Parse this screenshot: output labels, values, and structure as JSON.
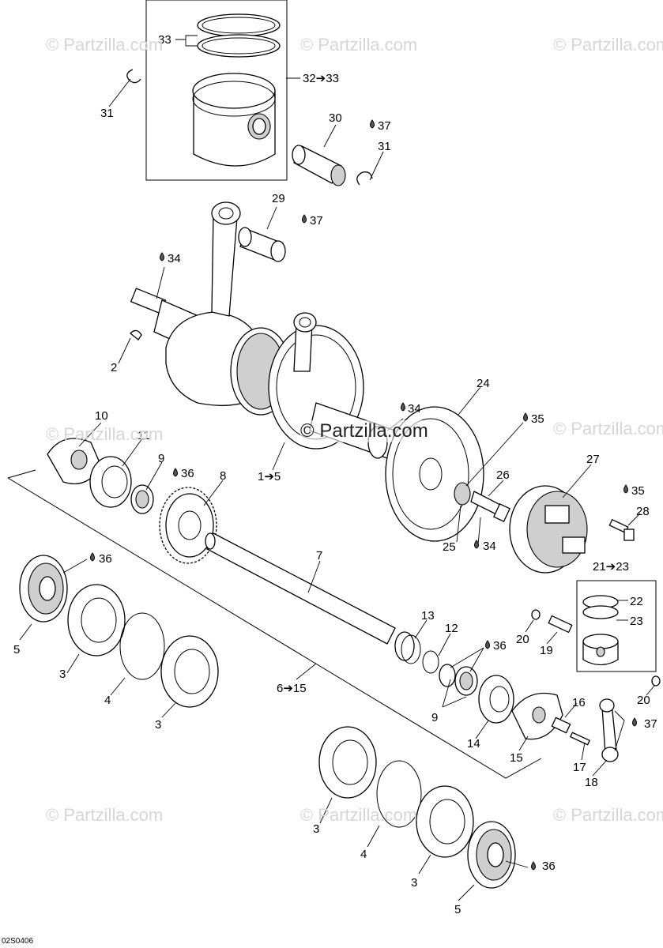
{
  "watermark": {
    "text": "© Partzilla.com",
    "center_text": "© Partzilla.com"
  },
  "drawing_code": "02S0406",
  "callouts": [
    {
      "id": "c33",
      "text": "33"
    },
    {
      "id": "c32",
      "text": "32➔33"
    },
    {
      "id": "c31a",
      "text": "31"
    },
    {
      "id": "c30",
      "text": "30"
    },
    {
      "id": "c37a",
      "text": "37"
    },
    {
      "id": "c31b",
      "text": "31"
    },
    {
      "id": "c29",
      "text": "29"
    },
    {
      "id": "c37b",
      "text": "37"
    },
    {
      "id": "c34a",
      "text": "34"
    },
    {
      "id": "c2",
      "text": "2"
    },
    {
      "id": "c24",
      "text": "24"
    },
    {
      "id": "c34b",
      "text": "34"
    },
    {
      "id": "c35a",
      "text": "35"
    },
    {
      "id": "c10",
      "text": "10"
    },
    {
      "id": "c11",
      "text": "11"
    },
    {
      "id": "c9a",
      "text": "9"
    },
    {
      "id": "c36a",
      "text": "36"
    },
    {
      "id": "c8",
      "text": "8"
    },
    {
      "id": "c1",
      "text": "1➔5"
    },
    {
      "id": "c26",
      "text": "26"
    },
    {
      "id": "c27",
      "text": "27"
    },
    {
      "id": "c35b",
      "text": "35"
    },
    {
      "id": "c28",
      "text": "28"
    },
    {
      "id": "c25",
      "text": "25"
    },
    {
      "id": "c34c",
      "text": "34"
    },
    {
      "id": "c36b",
      "text": "36"
    },
    {
      "id": "c7",
      "text": "7"
    },
    {
      "id": "c21",
      "text": "21➔23"
    },
    {
      "id": "c22",
      "text": "22"
    },
    {
      "id": "c23",
      "text": "23"
    },
    {
      "id": "c5a",
      "text": "5"
    },
    {
      "id": "c13",
      "text": "13"
    },
    {
      "id": "c12",
      "text": "12"
    },
    {
      "id": "c20a",
      "text": "20"
    },
    {
      "id": "c19",
      "text": "19"
    },
    {
      "id": "c36c",
      "text": "36"
    },
    {
      "id": "c3a",
      "text": "3"
    },
    {
      "id": "c6",
      "text": "6➔15"
    },
    {
      "id": "c4a",
      "text": "4"
    },
    {
      "id": "c3b",
      "text": "3"
    },
    {
      "id": "c9b",
      "text": "9"
    },
    {
      "id": "c16",
      "text": "16"
    },
    {
      "id": "c20b",
      "text": "20"
    },
    {
      "id": "c37c",
      "text": "37"
    },
    {
      "id": "c14",
      "text": "14"
    },
    {
      "id": "c15",
      "text": "15"
    },
    {
      "id": "c17",
      "text": "17"
    },
    {
      "id": "c18",
      "text": "18"
    },
    {
      "id": "c3c",
      "text": "3"
    },
    {
      "id": "c4b",
      "text": "4"
    },
    {
      "id": "c3d",
      "text": "3"
    },
    {
      "id": "c36d",
      "text": "36"
    },
    {
      "id": "c5b",
      "text": "5"
    }
  ]
}
